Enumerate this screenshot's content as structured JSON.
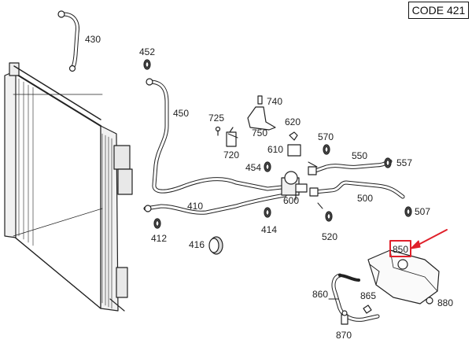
{
  "code_box": "CODE 421",
  "parts": [
    {
      "id": "p430",
      "label": "430"
    },
    {
      "id": "p452",
      "label": "452"
    },
    {
      "id": "p450",
      "label": "450"
    },
    {
      "id": "p740",
      "label": "740"
    },
    {
      "id": "p725",
      "label": "725"
    },
    {
      "id": "p750",
      "label": "750"
    },
    {
      "id": "p620",
      "label": "620"
    },
    {
      "id": "p720",
      "label": "720"
    },
    {
      "id": "p610",
      "label": "610"
    },
    {
      "id": "p570",
      "label": "570"
    },
    {
      "id": "p454",
      "label": "454"
    },
    {
      "id": "p550",
      "label": "550"
    },
    {
      "id": "p557",
      "label": "557"
    },
    {
      "id": "p600",
      "label": "600"
    },
    {
      "id": "p500",
      "label": "500"
    },
    {
      "id": "p507",
      "label": "507"
    },
    {
      "id": "p410",
      "label": "410"
    },
    {
      "id": "p414",
      "label": "414"
    },
    {
      "id": "p520",
      "label": "520"
    },
    {
      "id": "p412",
      "label": "412"
    },
    {
      "id": "p416",
      "label": "416"
    },
    {
      "id": "p850",
      "label": "850"
    },
    {
      "id": "p860",
      "label": "860"
    },
    {
      "id": "p865",
      "label": "865"
    },
    {
      "id": "p880",
      "label": "880"
    },
    {
      "id": "p870",
      "label": "870"
    }
  ],
  "highlight": {
    "part": "850",
    "color": "#e0202a"
  }
}
